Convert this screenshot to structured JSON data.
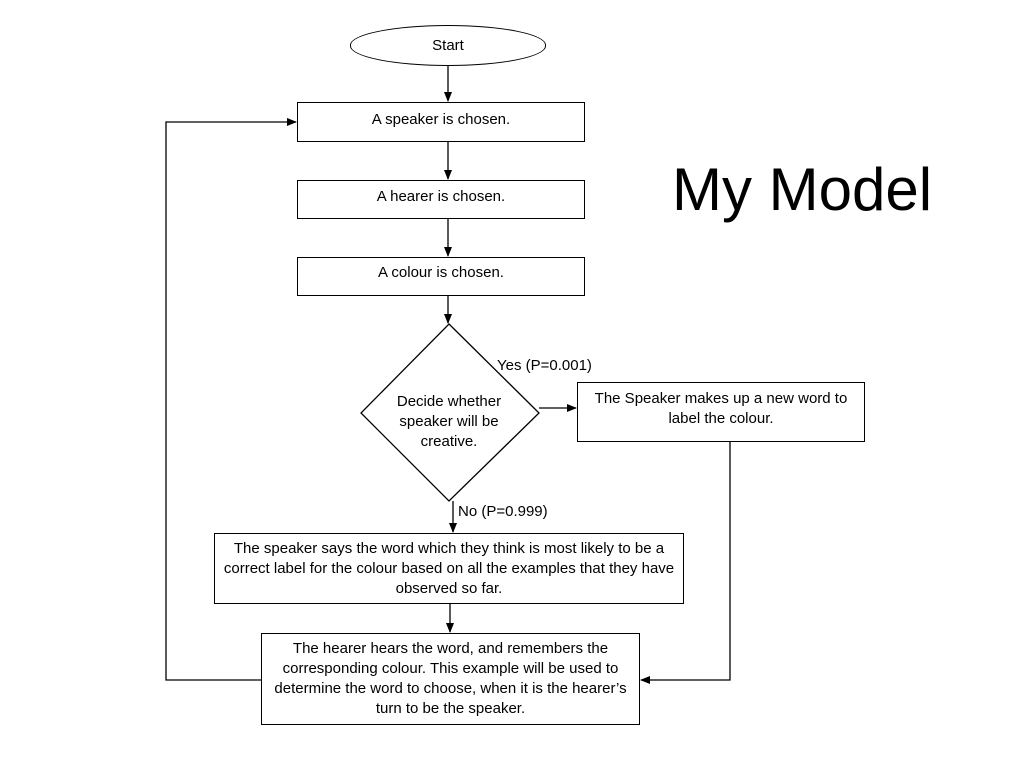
{
  "title": "My Model",
  "nodes": {
    "start": "Start",
    "speaker_chosen": "A speaker is chosen.",
    "hearer_chosen": "A hearer is chosen.",
    "colour_chosen": "A colour is chosen.",
    "decision": "Decide whether speaker will be creative.",
    "new_word": "The Speaker makes up a new word to label the colour.",
    "speaker_says": "The speaker says the word which they think is most likely to be a correct label for the colour based on all the examples that they have observed so far.",
    "hearer_hears": "The hearer hears the word, and remembers the corresponding colour. This example will be used to determine the word to choose, when it is the hearer’s turn to be the speaker."
  },
  "edges": {
    "yes_label": "Yes (P=0.001)",
    "no_label": "No (P=0.999)"
  }
}
